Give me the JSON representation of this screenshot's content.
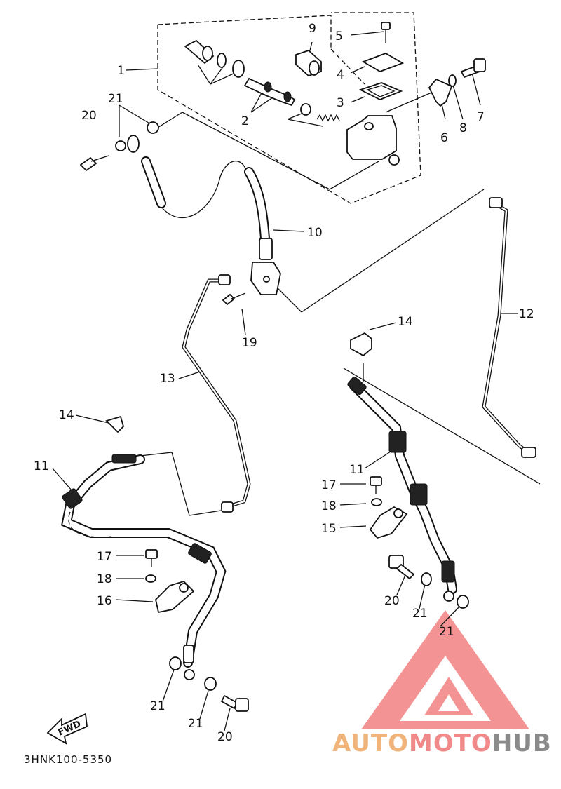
{
  "diagram": {
    "code": "3HNK100-5350",
    "fwd_label": "FWD",
    "callouts": {
      "c1": "1",
      "c2": "2",
      "c3": "3",
      "c4": "4",
      "c5": "5",
      "c6": "6",
      "c7": "7",
      "c8": "8",
      "c9": "9",
      "c10": "10",
      "c12": "12",
      "c19": "19",
      "c20a": "20",
      "c21a": "21",
      "c13": "13",
      "c14a": "14",
      "c14b": "14",
      "c11a": "11",
      "c11b": "11",
      "c17a": "17",
      "c18a": "18",
      "c16": "16",
      "c17b": "17",
      "c18b": "18",
      "c15": "15",
      "c20b": "20",
      "c21b": "21",
      "c21c": "21",
      "c21d": "21",
      "c21e": "21",
      "c20c": "20"
    }
  },
  "watermark": {
    "part1": "AUTO",
    "part2": "MOTO",
    "part3": "HUB",
    "colors": {
      "auto": "#f0b47a",
      "moto": "#f08a8a",
      "hub": "#8a8a8a",
      "logo": "#f07070"
    }
  }
}
